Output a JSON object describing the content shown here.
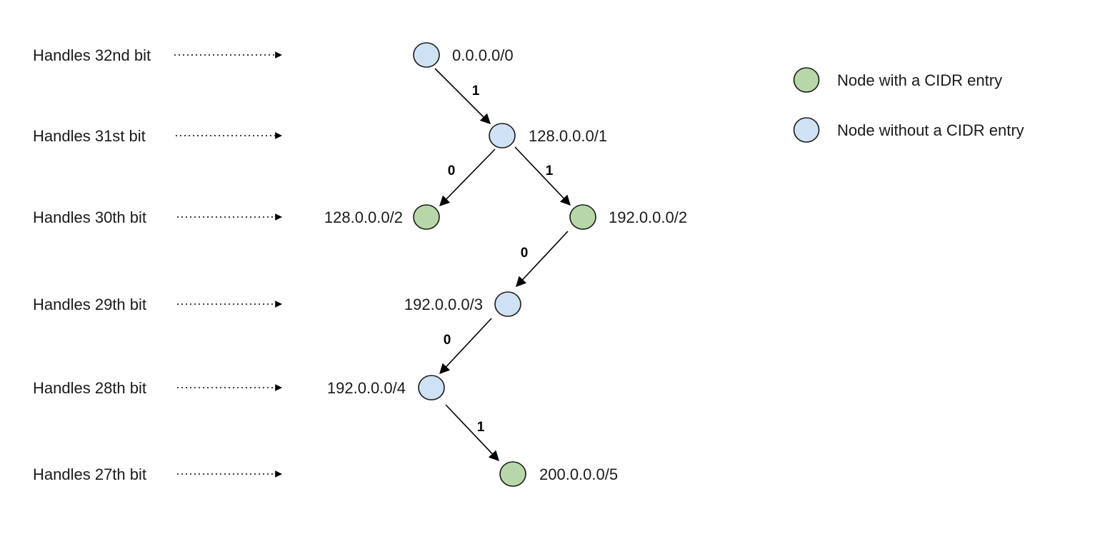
{
  "colors": {
    "with_entry": "#b7d7a8",
    "without_entry": "#cfe2f3",
    "stroke": "#1a1a1a"
  },
  "levels": [
    {
      "id": "32",
      "label": "Handles 32nd bit"
    },
    {
      "id": "31",
      "label": "Handles 31st bit"
    },
    {
      "id": "30",
      "label": "Handles 30th bit"
    },
    {
      "id": "29",
      "label": "Handles 29th bit"
    },
    {
      "id": "28",
      "label": "Handles 28th bit"
    },
    {
      "id": "27",
      "label": "Handles 27th bit"
    }
  ],
  "nodes": [
    {
      "id": "n0",
      "label": "0.0.0.0/0",
      "has_cidr_entry": false,
      "level": "32"
    },
    {
      "id": "n1",
      "label": "128.0.0.0/1",
      "has_cidr_entry": false,
      "level": "31"
    },
    {
      "id": "n2",
      "label": "128.0.0.0/2",
      "has_cidr_entry": true,
      "level": "30"
    },
    {
      "id": "n3",
      "label": "192.0.0.0/2",
      "has_cidr_entry": true,
      "level": "30"
    },
    {
      "id": "n4",
      "label": "192.0.0.0/3",
      "has_cidr_entry": false,
      "level": "29"
    },
    {
      "id": "n5",
      "label": "192.0.0.0/4",
      "has_cidr_entry": false,
      "level": "28"
    },
    {
      "id": "n6",
      "label": "200.0.0.0/5",
      "has_cidr_entry": true,
      "level": "27"
    }
  ],
  "edges": [
    {
      "from": "n0",
      "to": "n1",
      "bit": "1"
    },
    {
      "from": "n1",
      "to": "n2",
      "bit": "0"
    },
    {
      "from": "n1",
      "to": "n3",
      "bit": "1"
    },
    {
      "from": "n3",
      "to": "n4",
      "bit": "0"
    },
    {
      "from": "n4",
      "to": "n5",
      "bit": "0"
    },
    {
      "from": "n5",
      "to": "n6",
      "bit": "1"
    }
  ],
  "legend": {
    "with_entry": "Node with a CIDR entry",
    "without_entry": "Node without a CIDR entry"
  }
}
